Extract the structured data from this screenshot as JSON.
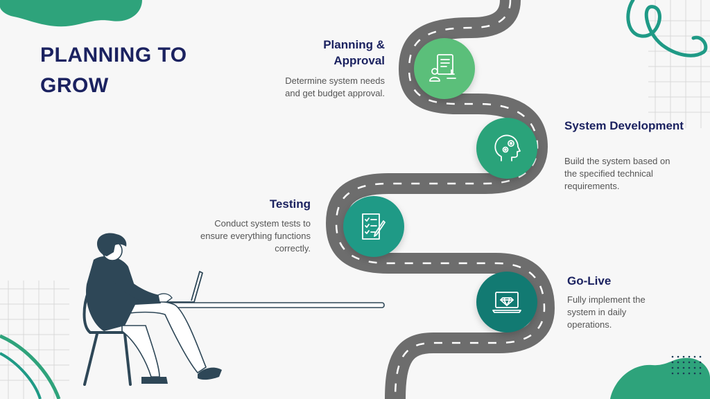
{
  "title": "PLANNING TO GROW",
  "steps": [
    {
      "title": "Planning & Approval",
      "desc": "Determine system needs and get budget approval.",
      "icon": "document-approval-icon",
      "color": "#5bbf7a"
    },
    {
      "title": "System Development",
      "desc": "Build the system based on the specified technical requirements.",
      "icon": "head-gears-icon",
      "color": "#2aa37a"
    },
    {
      "title": "Testing",
      "desc": "Conduct system tests to ensure everything functions correctly.",
      "icon": "checklist-pencil-icon",
      "color": "#1f9a86"
    },
    {
      "title": "Go-Live",
      "desc": "Fully implement the system in daily operations.",
      "icon": "laptop-diamond-icon",
      "color": "#127a72"
    }
  ],
  "colors": {
    "navy": "#1b2260",
    "road": "#6d6d6d",
    "accent_green": "#2fa37b",
    "figure": "#2e4757"
  }
}
